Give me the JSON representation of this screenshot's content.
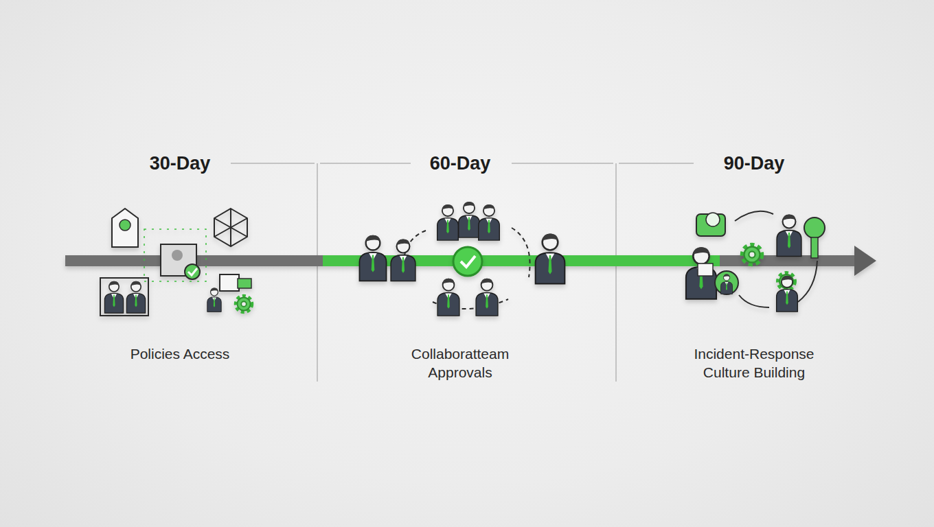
{
  "diagram": {
    "nodes": [
      {
        "text": [
          "30-Day",
          "Policies Access"
        ]
      },
      {
        "text": [
          "60-Day",
          "Collaboratteam Approvals"
        ]
      },
      {
        "text": [
          "90-Day",
          "Incident-Response Culture Building"
        ]
      }
    ]
  }
}
